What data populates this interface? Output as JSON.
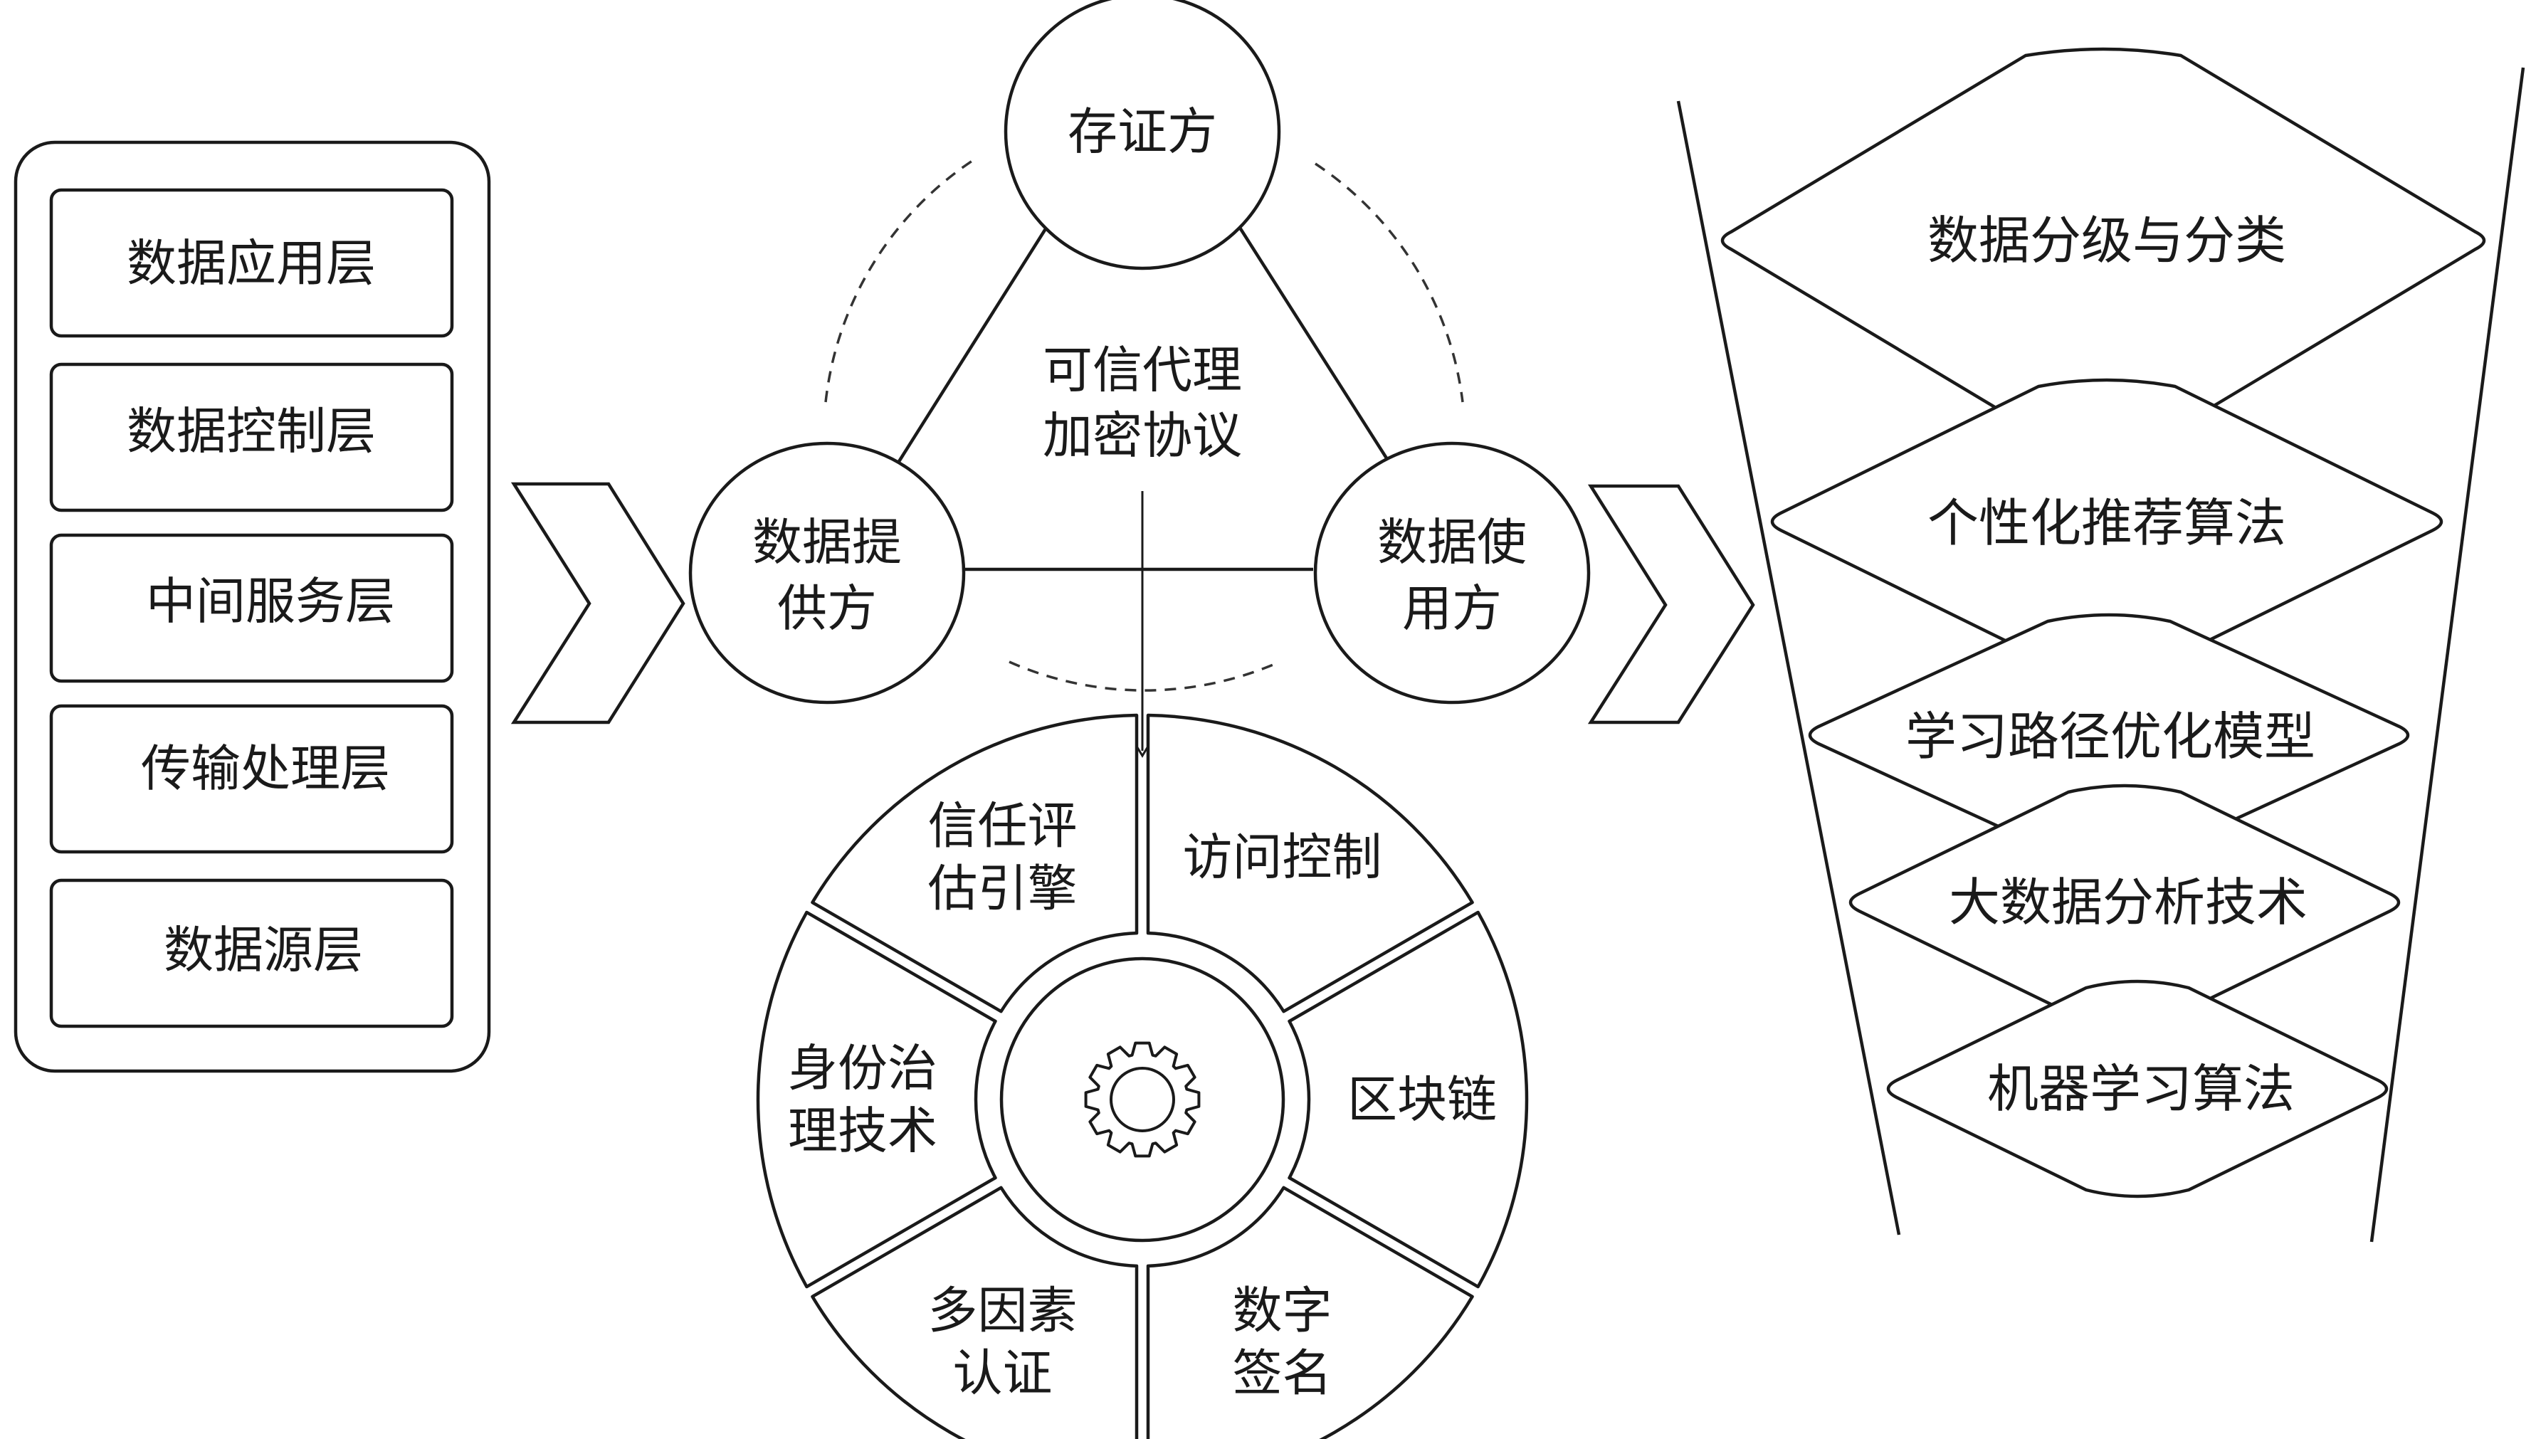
{
  "layers": {
    "items": [
      "数据应用层",
      "数据控制层",
      "中间服务层",
      "传输处理层",
      "数据源层"
    ]
  },
  "triangle": {
    "top_node": "存证方",
    "left_node": [
      "数据提",
      "供方"
    ],
    "right_node": [
      "数据使",
      "用方"
    ],
    "center_text": [
      "可信代理",
      "加密协议"
    ]
  },
  "wheel": {
    "segments": [
      {
        "id": "access-control",
        "lines": [
          "访问控制"
        ]
      },
      {
        "id": "blockchain",
        "lines": [
          "区块链"
        ]
      },
      {
        "id": "digital-signature",
        "lines": [
          "数字",
          "签名"
        ]
      },
      {
        "id": "mfa",
        "lines": [
          "多因素",
          "认证"
        ]
      },
      {
        "id": "identity-governance",
        "lines": [
          "身份治",
          "理技术"
        ]
      },
      {
        "id": "trust-engine",
        "lines": [
          "信任评",
          "估引擎"
        ]
      }
    ],
    "hub_icon": "gear-icon"
  },
  "funnel": {
    "items": [
      "数据分级与分类",
      "个性化推荐算法",
      "学习路径优化模型",
      "大数据分析技术",
      "机器学习算法"
    ]
  }
}
